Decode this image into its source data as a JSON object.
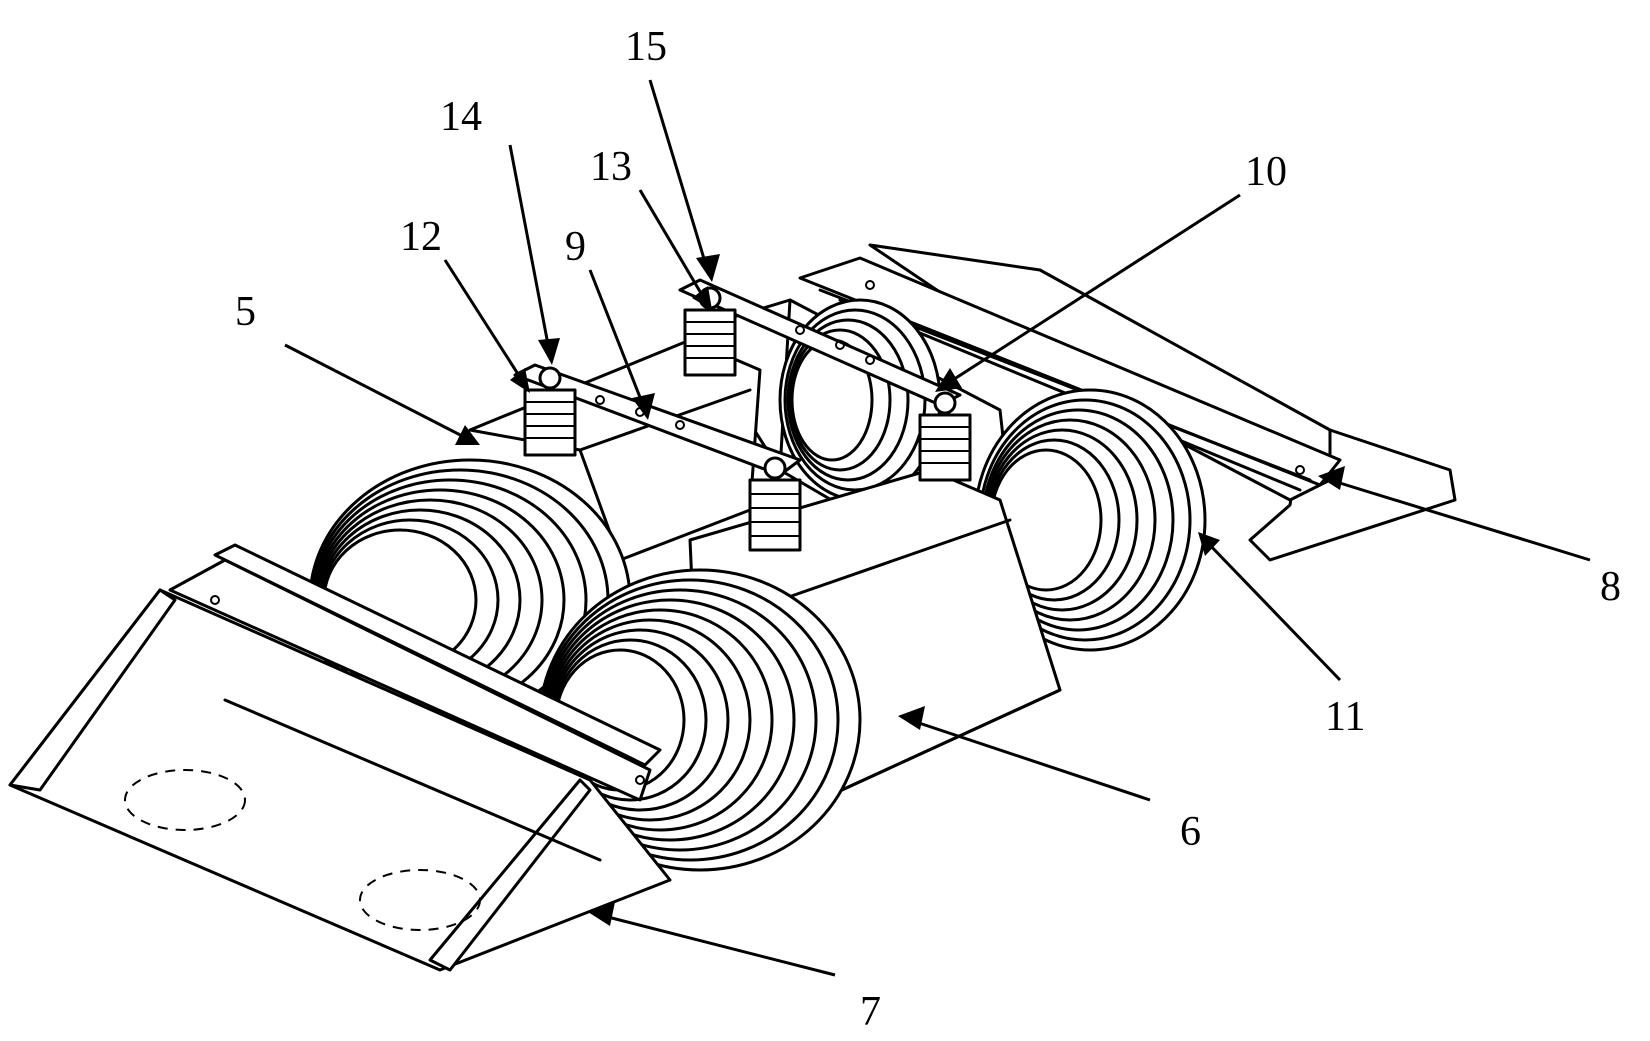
{
  "figure": {
    "labels": [
      {
        "id": "5",
        "text": "5"
      },
      {
        "id": "6",
        "text": "6"
      },
      {
        "id": "7",
        "text": "7"
      },
      {
        "id": "8",
        "text": "8"
      },
      {
        "id": "9",
        "text": "9"
      },
      {
        "id": "10",
        "text": "10"
      },
      {
        "id": "11",
        "text": "11"
      },
      {
        "id": "12",
        "text": "12"
      },
      {
        "id": "13",
        "text": "13"
      },
      {
        "id": "14",
        "text": "14"
      },
      {
        "id": "15",
        "text": "15"
      }
    ]
  },
  "colors": {
    "ink": "#000000",
    "paper": "#ffffff"
  }
}
